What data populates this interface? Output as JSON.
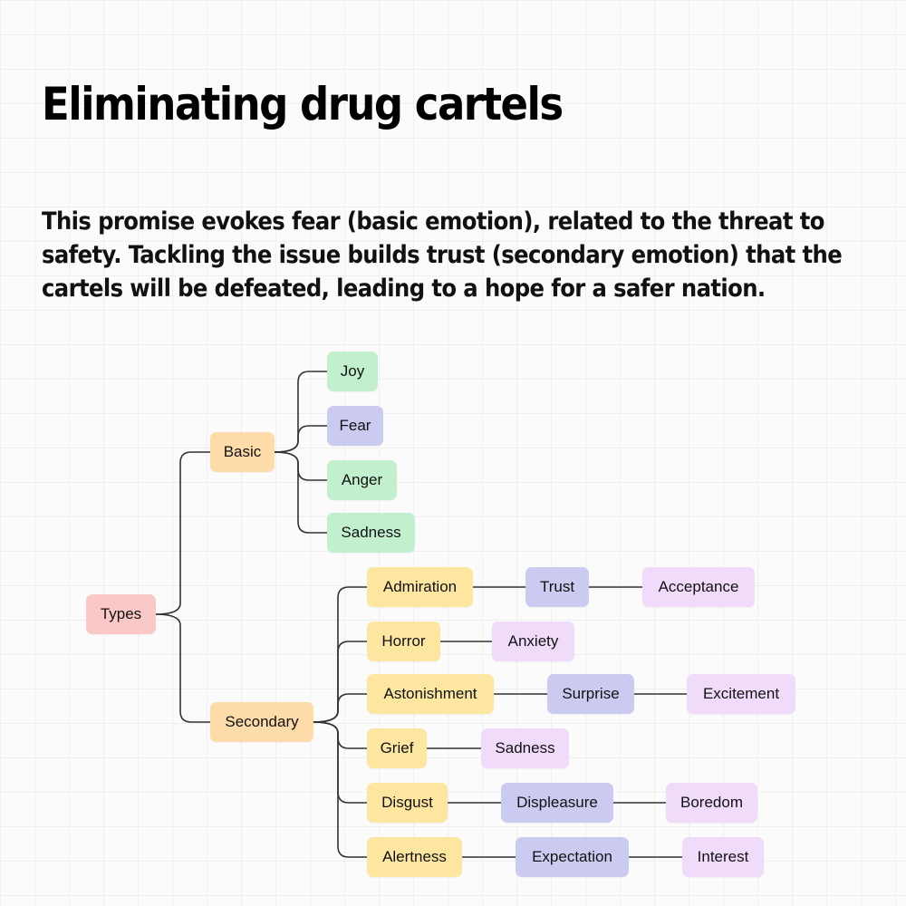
{
  "title": "Eliminating drug cartels",
  "description": "This promise evokes fear (basic emotion), related to the threat to safety. Tackling the issue builds trust (secondary emotion) that the cartels will be defeated, leading to a hope for a safer nation.",
  "colors": {
    "root": "#fbc8c8",
    "category": "#fddcaa",
    "basic_emotion": "#c2f0cf",
    "fear_and_combined": "#cbcbf2",
    "secondary_source": "#fde7a0",
    "outcome": "#f0dbfb",
    "connector": "#333333",
    "grid": "#efefef"
  },
  "diagram": {
    "root": {
      "label": "Types"
    },
    "basic": {
      "label": "Basic",
      "children": [
        "Joy",
        "Fear",
        "Anger",
        "Sadness"
      ]
    },
    "secondary": {
      "label": "Secondary",
      "chains": [
        [
          "Admiration",
          "Trust",
          "Acceptance"
        ],
        [
          "Horror",
          "Anxiety"
        ],
        [
          "Astonishment",
          "Surprise",
          "Excitement"
        ],
        [
          "Grief",
          "Sadness"
        ],
        [
          "Disgust",
          "Displeasure",
          "Boredom"
        ],
        [
          "Alertness",
          "Expectation",
          "Interest"
        ]
      ]
    }
  }
}
